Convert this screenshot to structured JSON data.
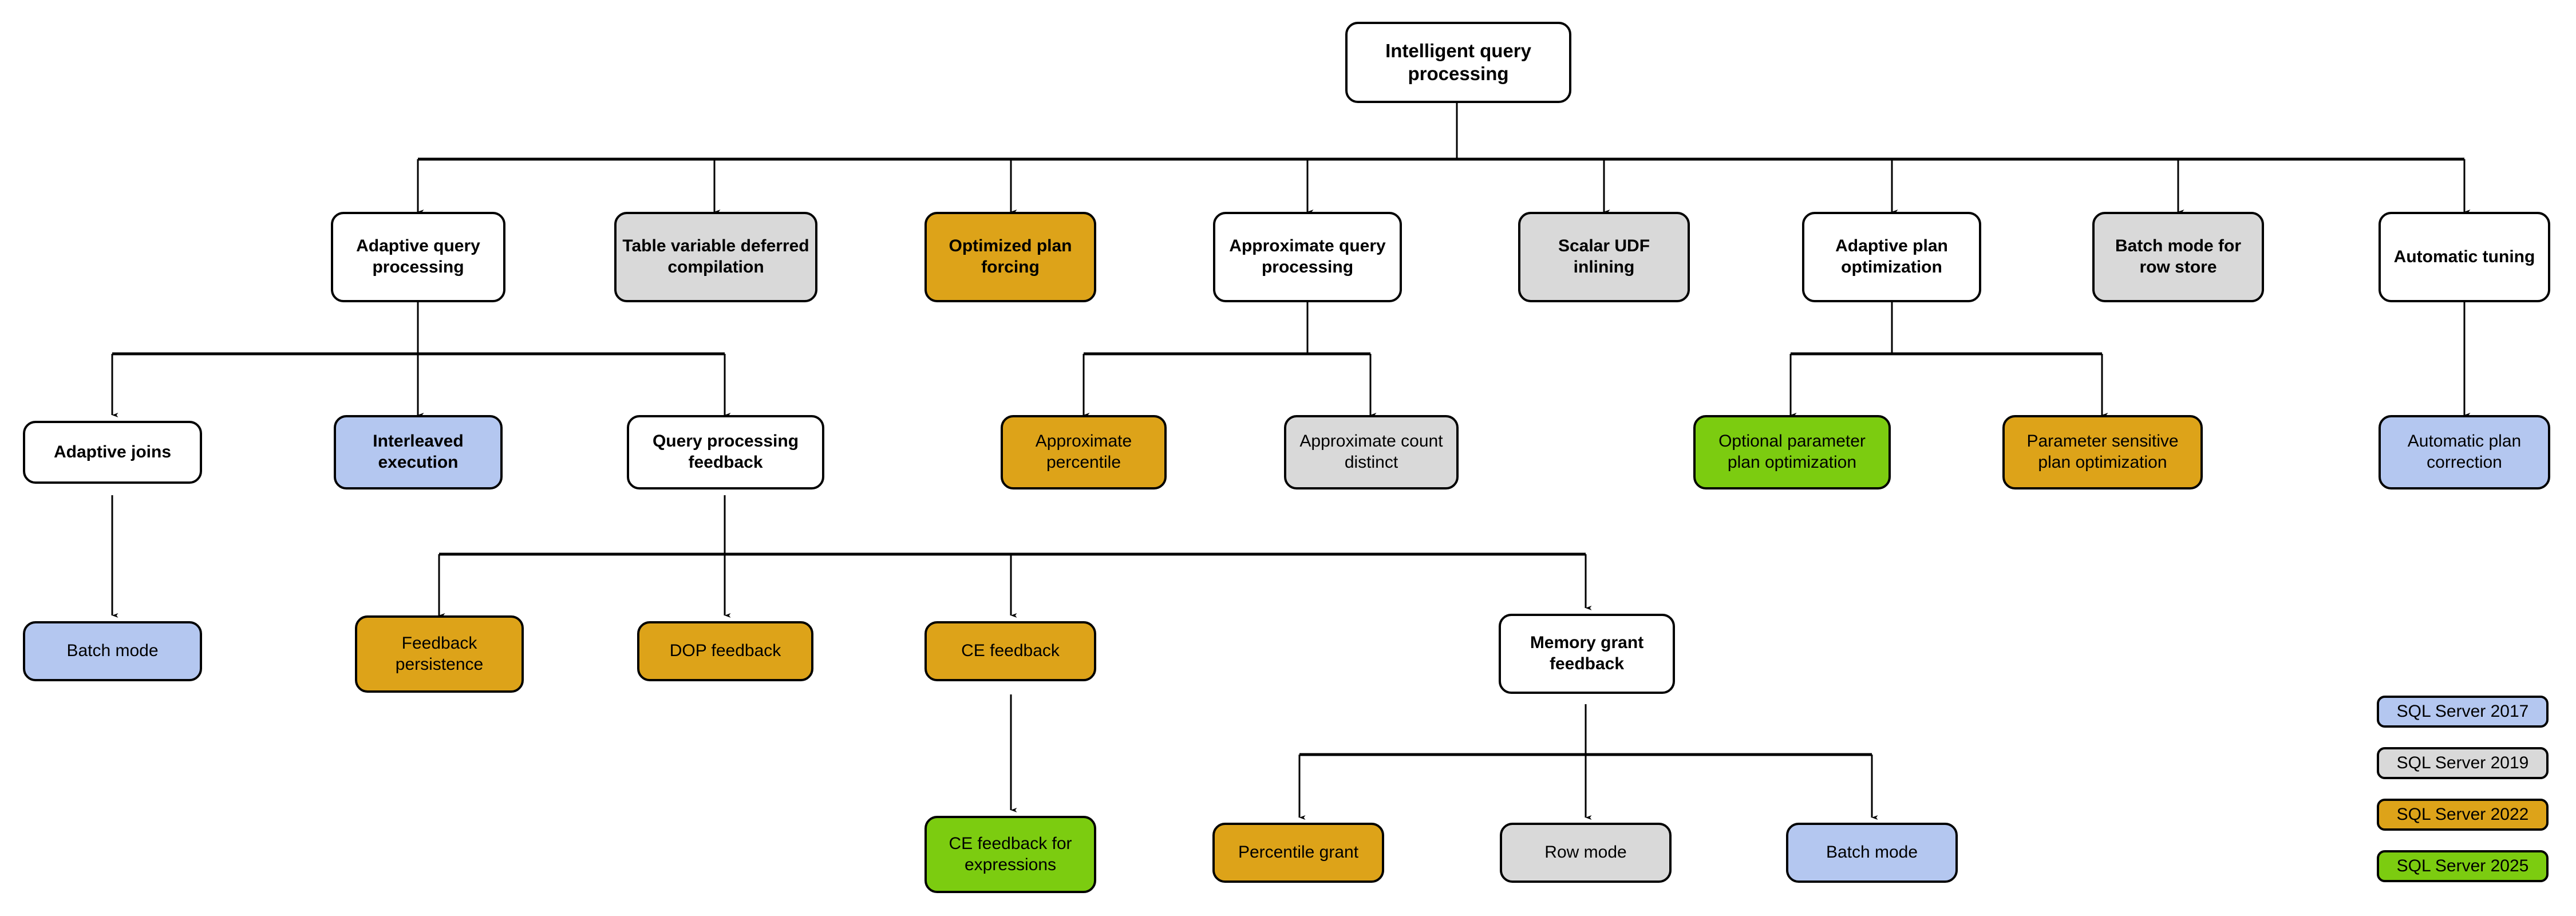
{
  "diagram": {
    "title": "Intelligent query processing",
    "root": {
      "id": "root",
      "label": "Intelligent query processing",
      "color": "white"
    },
    "level2": [
      {
        "id": "aqp",
        "label": "Adaptive query processing",
        "color": "white"
      },
      {
        "id": "tvdc",
        "label": "Table variable deferred compilation",
        "color": "gray"
      },
      {
        "id": "opf",
        "label": "Optimized plan forcing",
        "color": "orange"
      },
      {
        "id": "apq",
        "label": "Approximate query processing",
        "color": "white"
      },
      {
        "id": "udf",
        "label": "Scalar UDF inlining",
        "color": "gray"
      },
      {
        "id": "apo",
        "label": "Adaptive plan optimization",
        "color": "white"
      },
      {
        "id": "bmrs",
        "label": "Batch mode for row store",
        "color": "gray"
      },
      {
        "id": "at",
        "label": "Automatic tuning",
        "color": "white"
      }
    ],
    "level3": [
      {
        "id": "aj",
        "label": "Adaptive joins",
        "color": "white",
        "parent": "aqp"
      },
      {
        "id": "ie",
        "label": "Interleaved execution",
        "color": "blue",
        "parent": "aqp"
      },
      {
        "id": "qpf",
        "label": "Query processing feedback",
        "color": "white",
        "parent": "aqp"
      },
      {
        "id": "ap",
        "label": "Approximate percentile",
        "color": "orange",
        "parent": "apq"
      },
      {
        "id": "acd",
        "label": "Approximate count distinct",
        "color": "gray",
        "parent": "apq"
      },
      {
        "id": "oppo",
        "label": "Optional parameter plan optimization",
        "color": "green",
        "parent": "apo"
      },
      {
        "id": "pspo",
        "label": "Parameter sensitive plan optimization",
        "color": "orange",
        "parent": "apo"
      },
      {
        "id": "apc",
        "label": "Automatic plan correction",
        "color": "blue",
        "parent": "at"
      }
    ],
    "level4": [
      {
        "id": "bm1",
        "label": "Batch mode",
        "color": "blue",
        "parent": "aj"
      },
      {
        "id": "fp",
        "label": "Feedback persistence",
        "color": "orange",
        "parent": "qpf"
      },
      {
        "id": "dopf",
        "label": "DOP feedback",
        "color": "orange",
        "parent": "qpf"
      },
      {
        "id": "cef",
        "label": "CE feedback",
        "color": "orange",
        "parent": "qpf"
      },
      {
        "id": "mgf",
        "label": "Memory grant feedback",
        "color": "white",
        "parent": "qpf"
      }
    ],
    "level5": [
      {
        "id": "cefe",
        "label": "CE feedback for expressions",
        "color": "green",
        "parent": "cef"
      },
      {
        "id": "pg",
        "label": "Percentile grant",
        "color": "orange",
        "parent": "mgf"
      },
      {
        "id": "rm",
        "label": "Row mode",
        "color": "gray",
        "parent": "mgf"
      },
      {
        "id": "bm2",
        "label": "Batch mode",
        "color": "blue",
        "parent": "mgf"
      }
    ],
    "legend": [
      {
        "label": "SQL Server 2017",
        "color": "blue"
      },
      {
        "label": "SQL Server 2019",
        "color": "gray"
      },
      {
        "label": "SQL Server 2022",
        "color": "orange"
      },
      {
        "label": "SQL Server 2025",
        "color": "green"
      }
    ],
    "colors": {
      "white": "#ffffff",
      "gray": "#d9d9d9",
      "orange": "#dda319",
      "blue": "#b4c7f0",
      "green": "#7ccc10",
      "stroke": "#000000"
    }
  }
}
